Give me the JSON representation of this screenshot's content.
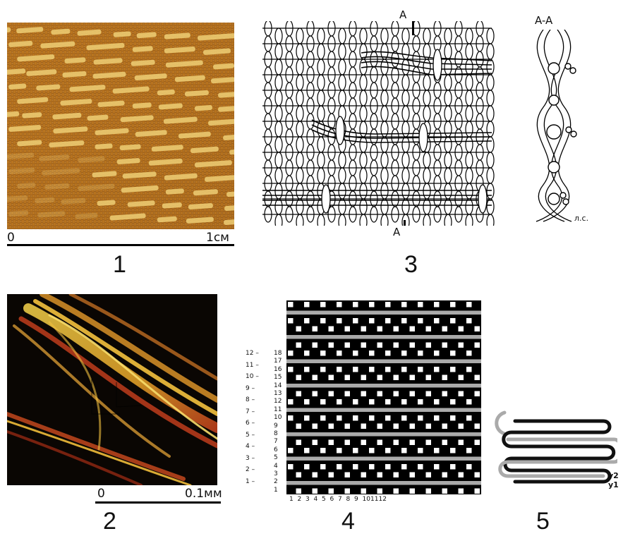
{
  "figure": {
    "panel_numbers": [
      "1",
      "2",
      "3",
      "4",
      "5"
    ]
  },
  "panel1": {
    "scale_start": "0",
    "scale_end": "1см",
    "colors": {
      "base": "#b8741f",
      "dark": "#6e3f0e",
      "gold": "#f2d57a"
    }
  },
  "panel2": {
    "scale_start": "0",
    "scale_end": "0.1мм",
    "colors": {
      "background": "#0a0603",
      "fiber_yellow": "#f1c53b",
      "fiber_red": "#c0341c"
    }
  },
  "panel3": {
    "section_label": "A-A",
    "cut_top": "A",
    "cut_bottom": "A",
    "face_label": "л.с."
  },
  "panel4": {
    "left_numbers_outer": [
      "12",
      "11",
      "10",
      "9",
      "8",
      "7",
      "6",
      "5",
      "4",
      "3",
      "2",
      "1"
    ],
    "left_numbers_inner": [
      "18",
      "17",
      "16",
      "15",
      "14",
      "13",
      "12",
      "11",
      "10",
      "9",
      "8",
      "7",
      "6",
      "5",
      "4",
      "3",
      "2",
      "1"
    ],
    "bottom_numbers": [
      "1",
      "2",
      "3",
      "4",
      "5",
      "6",
      "7",
      "8",
      "9",
      "10",
      "11",
      "12"
    ],
    "colors": {
      "black": "#000000",
      "white": "#ffffff",
      "gray": "#aaaaaa"
    }
  },
  "panel5": {
    "label_y2": "y2",
    "label_y1": "y1",
    "colors": {
      "black": "#111111",
      "gray": "#aaaaaa"
    }
  }
}
